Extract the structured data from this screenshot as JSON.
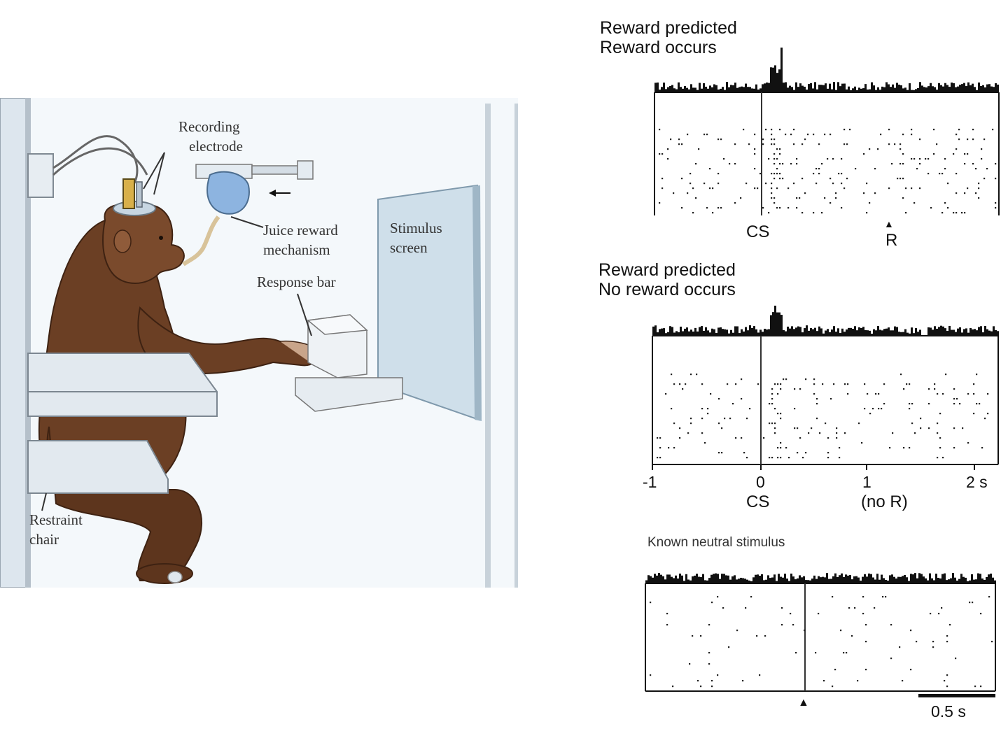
{
  "illustration": {
    "labels": {
      "recording_electrode": [
        "Recording",
        "electrode"
      ],
      "juice_reward": [
        "Juice reward",
        "mechanism"
      ],
      "stimulus_screen": [
        "Stimulus",
        "screen"
      ],
      "response_bar": "Response bar",
      "restraint_chair": [
        "Restraint",
        "chair"
      ]
    },
    "colors": {
      "monkey": "#6b3f24",
      "monkey_shade": "#4e2c17",
      "screen": "#c7dbe8",
      "wall": "#eef4f9"
    }
  },
  "panel1": {
    "title_lines": [
      "Reward predicted",
      "Reward occurs"
    ],
    "cs_label": "CS",
    "r_label": "R"
  },
  "panel2": {
    "title_lines": [
      "Reward predicted",
      "No reward occurs"
    ],
    "cs_label": "CS",
    "no_r_label": "(no R)",
    "x_ticks": [
      "-1",
      "0",
      "1",
      "2 s"
    ]
  },
  "panel3": {
    "title": "Known neutral stimulus",
    "scale_label": "0.5 s"
  }
}
